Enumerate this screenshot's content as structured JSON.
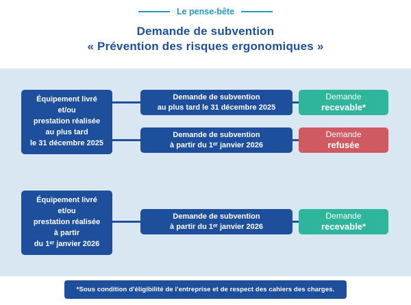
{
  "header": {
    "tagline": "Le pense-bête",
    "title_line1": "Demande de subvention",
    "title_line2": "« Prévention des risques ergonomiques »"
  },
  "groups": [
    {
      "condition_lines": [
        "Équipement livré",
        "et/ou",
        "prestation réalisée",
        "au plus tard",
        "le 31 décembre 2025"
      ],
      "branches": [
        {
          "request_line1": "Demande de subvention",
          "request_line2": "au plus tard le 31 décembre 2025",
          "outcome_line1": "Demande",
          "outcome_line2": "recevable*",
          "outcome_type": "accepted"
        },
        {
          "request_line1": "Demande de subvention",
          "request_line2": "à partir du 1ᵉʳ janvier 2026",
          "outcome_line1": "Demande",
          "outcome_line2": "refusée",
          "outcome_type": "refused"
        }
      ]
    },
    {
      "condition_lines": [
        "Équipement livré",
        "et/ou",
        "prestation réalisée",
        "à partir",
        "du 1ᵉʳ janvier 2026"
      ],
      "branches": [
        {
          "request_line1": "Demande de subvention",
          "request_line2": "à partir du 1ᵉʳ janvier 2026",
          "outcome_line1": "Demande",
          "outcome_line2": "recevable*",
          "outcome_type": "accepted"
        }
      ]
    }
  ],
  "footnote": "*Sous condition d'éligibilité de l'entreprise et de respect des cahiers des charges.",
  "colors": {
    "dark_blue": "#1d4f9c",
    "teal_green": "#2fb59b",
    "red": "#d05a61",
    "light_blue_bg": "#d9e7f2",
    "tagline_teal": "#2596c8"
  }
}
